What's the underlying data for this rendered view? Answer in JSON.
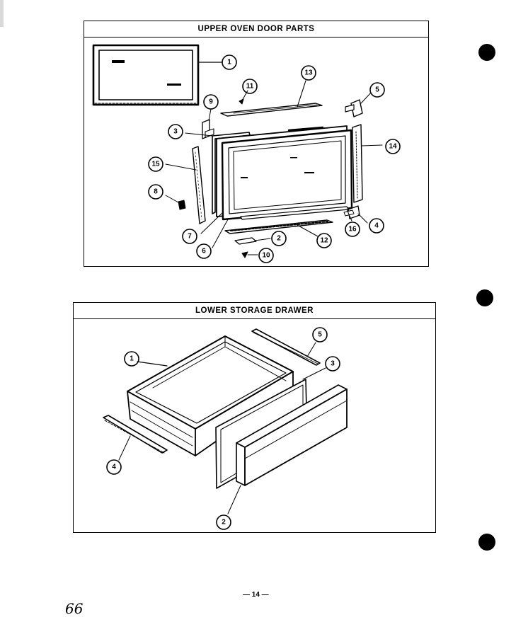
{
  "upper_panel": {
    "title": "UPPER OVEN DOOR PARTS",
    "callouts": [
      "1",
      "2",
      "3",
      "4",
      "5",
      "6",
      "7",
      "8",
      "9",
      "10",
      "11",
      "12",
      "13",
      "14",
      "15",
      "16"
    ]
  },
  "lower_panel": {
    "title": "LOWER STORAGE DRAWER",
    "callouts": [
      "1",
      "2",
      "3",
      "4",
      "5"
    ]
  },
  "footer": {
    "page_number": "— 14 —",
    "handwritten_note": "66"
  },
  "colors": {
    "ink": "#000000",
    "paper": "#ffffff"
  }
}
